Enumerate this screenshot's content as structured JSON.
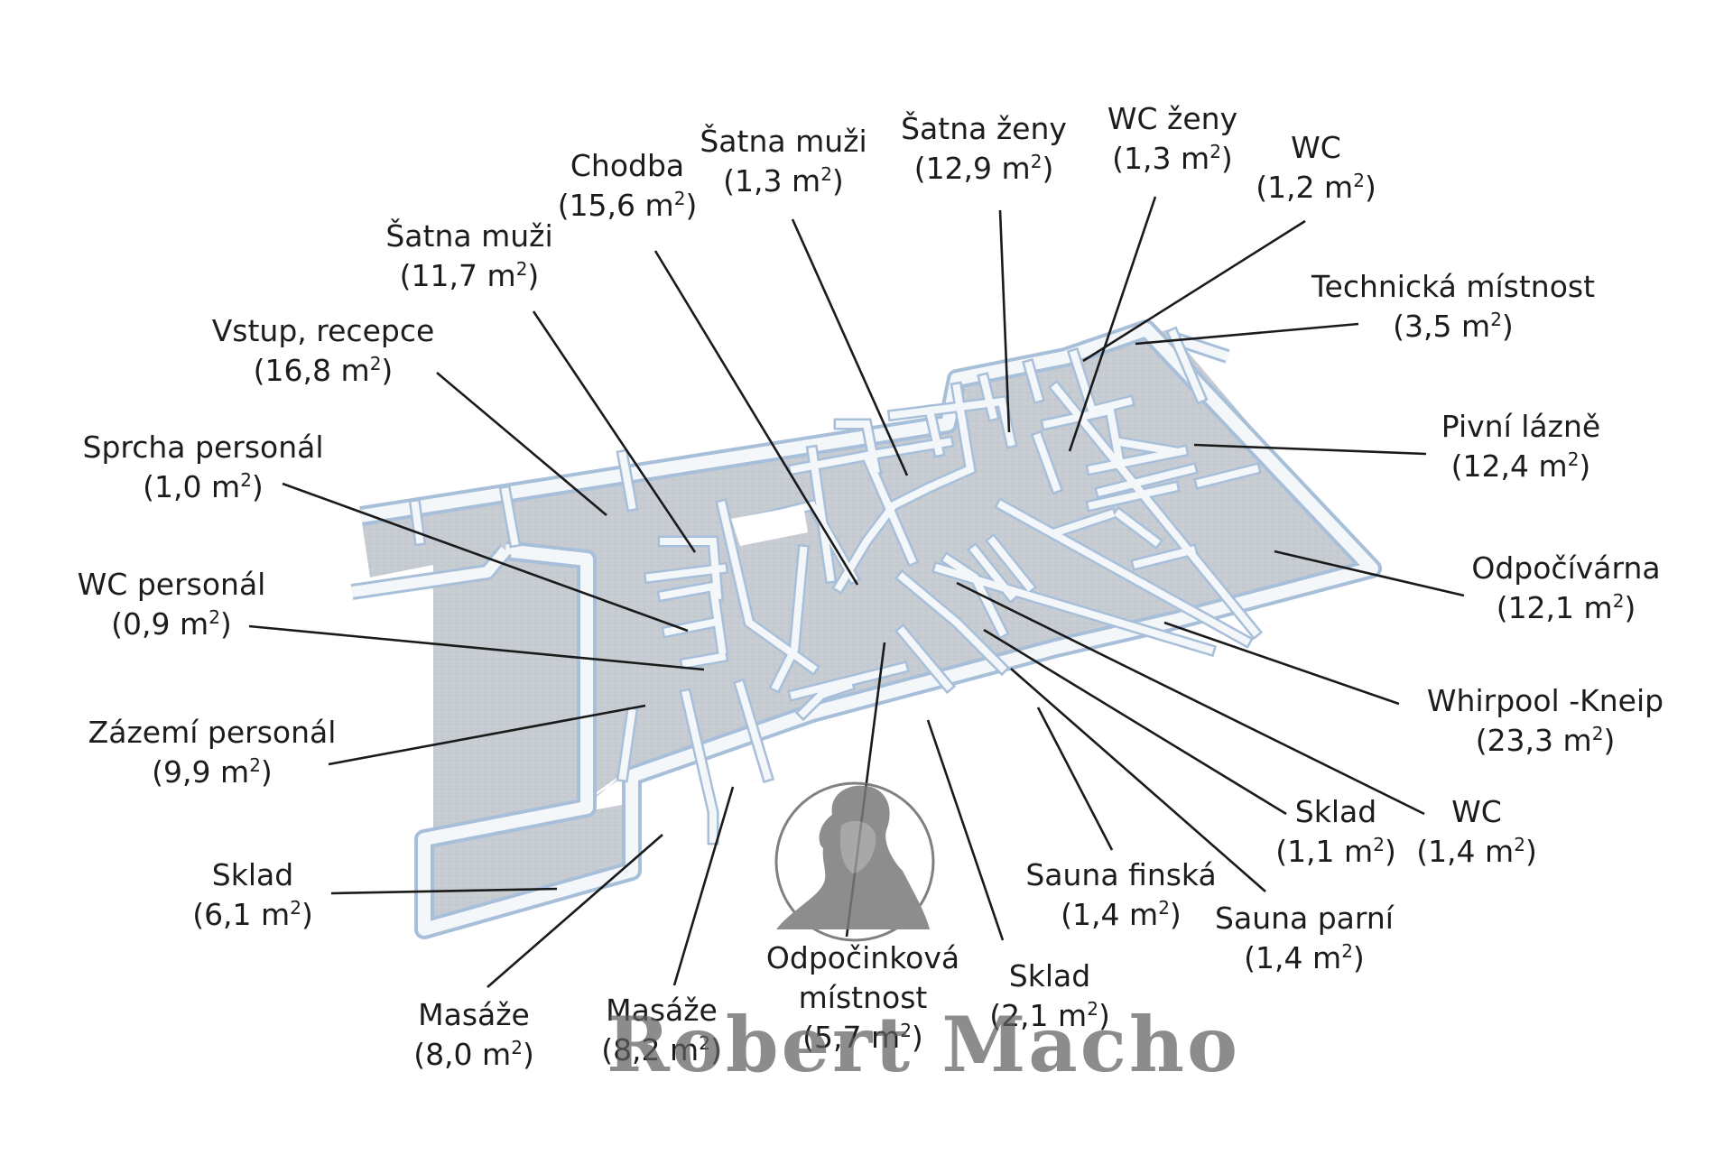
{
  "rooms": [
    {
      "id": "satna-muzi-top",
      "name": "Šatna muži",
      "area": "1,3",
      "unit": "m",
      "exp": "2"
    },
    {
      "id": "satna-zeny",
      "name": "Šatna ženy",
      "area": "12,9",
      "unit": "m",
      "exp": "2"
    },
    {
      "id": "wc-zeny",
      "name": "WC ženy",
      "area": "1,3",
      "unit": "m",
      "exp": "2"
    },
    {
      "id": "wc-top",
      "name": "WC",
      "area": "1,2",
      "unit": "m",
      "exp": "2"
    },
    {
      "id": "chodba",
      "name": "Chodba",
      "area": "15,6",
      "unit": "m",
      "exp": "2"
    },
    {
      "id": "satna-muzi",
      "name": "Šatna muži",
      "area": "11,7",
      "unit": "m",
      "exp": "2"
    },
    {
      "id": "technicka",
      "name": "Technická místnost",
      "area": "3,5",
      "unit": "m",
      "exp": "2"
    },
    {
      "id": "vstup",
      "name": "Vstup, recepce",
      "area": "16,8",
      "unit": "m",
      "exp": "2"
    },
    {
      "id": "pivni",
      "name": "Pivní lázně",
      "area": "12,4",
      "unit": "m",
      "exp": "2"
    },
    {
      "id": "sprcha",
      "name": "Sprcha personál",
      "area": "1,0",
      "unit": "m",
      "exp": "2"
    },
    {
      "id": "odpocivarna",
      "name": "Odpočívárna",
      "area": "12,1",
      "unit": "m",
      "exp": "2"
    },
    {
      "id": "wc-personal",
      "name": "WC personál",
      "area": "0,9",
      "unit": "m",
      "exp": "2"
    },
    {
      "id": "whirpool",
      "name": "Whirpool -Kneip",
      "area": "23,3",
      "unit": "m",
      "exp": "2"
    },
    {
      "id": "zazemi",
      "name": "Zázemí personál",
      "area": "9,9",
      "unit": "m",
      "exp": "2"
    },
    {
      "id": "sklad-11",
      "name": "Sklad",
      "area": "1,1",
      "unit": "m",
      "exp": "2"
    },
    {
      "id": "wc-14",
      "name": "WC",
      "area": "1,4",
      "unit": "m",
      "exp": "2"
    },
    {
      "id": "sklad-61",
      "name": "Sklad",
      "area": "6,1",
      "unit": "m",
      "exp": "2"
    },
    {
      "id": "sauna-finska",
      "name": "Sauna finská",
      "area": "1,4",
      "unit": "m",
      "exp": "2"
    },
    {
      "id": "sauna-parni",
      "name": "Sauna parní",
      "area": "1,4",
      "unit": "m",
      "exp": "2"
    },
    {
      "id": "sklad-21",
      "name": "Sklad",
      "area": "2,1",
      "unit": "m",
      "exp": "2"
    },
    {
      "id": "masaze-80",
      "name": "Masáže",
      "area": "8,0",
      "unit": "m",
      "exp": "2"
    },
    {
      "id": "masaze-82",
      "name": "Masáže",
      "area": "8,2",
      "unit": "m",
      "exp": "2"
    },
    {
      "id": "odpocinkova",
      "name": "Odpočinková místnost",
      "name_line1": "Odpočinková",
      "name_line2": "místnost",
      "area": "5,7",
      "unit": "m",
      "exp": "2"
    }
  ],
  "watermark": {
    "text": "Robert Macho"
  },
  "colors": {
    "wall": "#f3f6f9",
    "wall_shadow": "#b9cce0",
    "floor": "#c9ced3",
    "leader": "#1a1a1a",
    "text": "#1c1c1c"
  }
}
